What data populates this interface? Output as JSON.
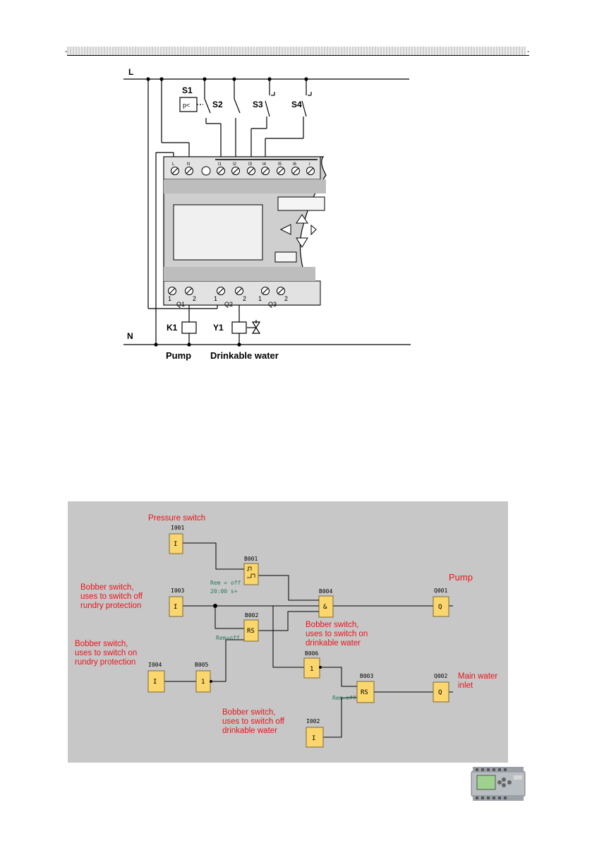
{
  "header": {
    "dash_left": "-",
    "dash_right": "-"
  },
  "wiring": {
    "line_L": "L",
    "line_N": "N",
    "switches": [
      "S1",
      "S2",
      "S3",
      "S4"
    ],
    "s1_symbol": "p<",
    "terminals_top": [
      "L",
      "N",
      "I1",
      "I2",
      "I3",
      "I4",
      "I5",
      "I6",
      "I"
    ],
    "outputs": [
      "Q1",
      "Q2",
      "Q3"
    ],
    "out_pins": [
      "1",
      "2"
    ],
    "relay_k1": "K1",
    "relay_y1": "Y1",
    "caption_pump": "Pump",
    "caption_water": "Drinkable water"
  },
  "fbd": {
    "background": "#c7c7c7",
    "label_color": "#e8141b",
    "labels": {
      "pressure": "Pressure switch",
      "pump": "Pump",
      "bob_off_r1": "Bobber switch,",
      "bob_off_r2": "uses to switch off",
      "bob_off_r3": "rundry protection",
      "bob_on_r1": "Bobber switch,",
      "bob_on_r2": "uses to switch on",
      "bob_on_r3": "rundry protection",
      "bob_dw_on1": "Bobber switch,",
      "bob_dw_on2": "uses to switch on",
      "bob_dw_on3": "drinkable water",
      "bob_dw_off1": "Bobber switch,",
      "bob_dw_off2": "uses to switch off",
      "bob_dw_off3": "drinkable water",
      "main1": "Main water",
      "main2": "inlet"
    },
    "blocks": {
      "I001": {
        "id": "I001",
        "sym": "I"
      },
      "I003": {
        "id": "I003",
        "sym": "I"
      },
      "I004": {
        "id": "I004",
        "sym": "I"
      },
      "I002": {
        "id": "I002",
        "sym": "I"
      },
      "B001": {
        "id": "B001",
        "sym": "⊓"
      },
      "B002": {
        "id": "B002",
        "sym": "RS"
      },
      "B004": {
        "id": "B004",
        "sym": "&"
      },
      "B005": {
        "id": "B005",
        "sym": "1"
      },
      "B006": {
        "id": "B006",
        "sym": "1"
      },
      "B003": {
        "id": "B003",
        "sym": "RS"
      },
      "Q001": {
        "id": "Q001",
        "sym": "Q"
      },
      "Q002": {
        "id": "Q002",
        "sym": "Q"
      }
    },
    "params": {
      "b001_rem": "Rem = off",
      "b001_time": "20:00 s+",
      "b002_rem": "Rem=off",
      "b003_rem": "Rem=off"
    }
  },
  "icons": {
    "logo_device": "logo-plc-device-icon"
  }
}
